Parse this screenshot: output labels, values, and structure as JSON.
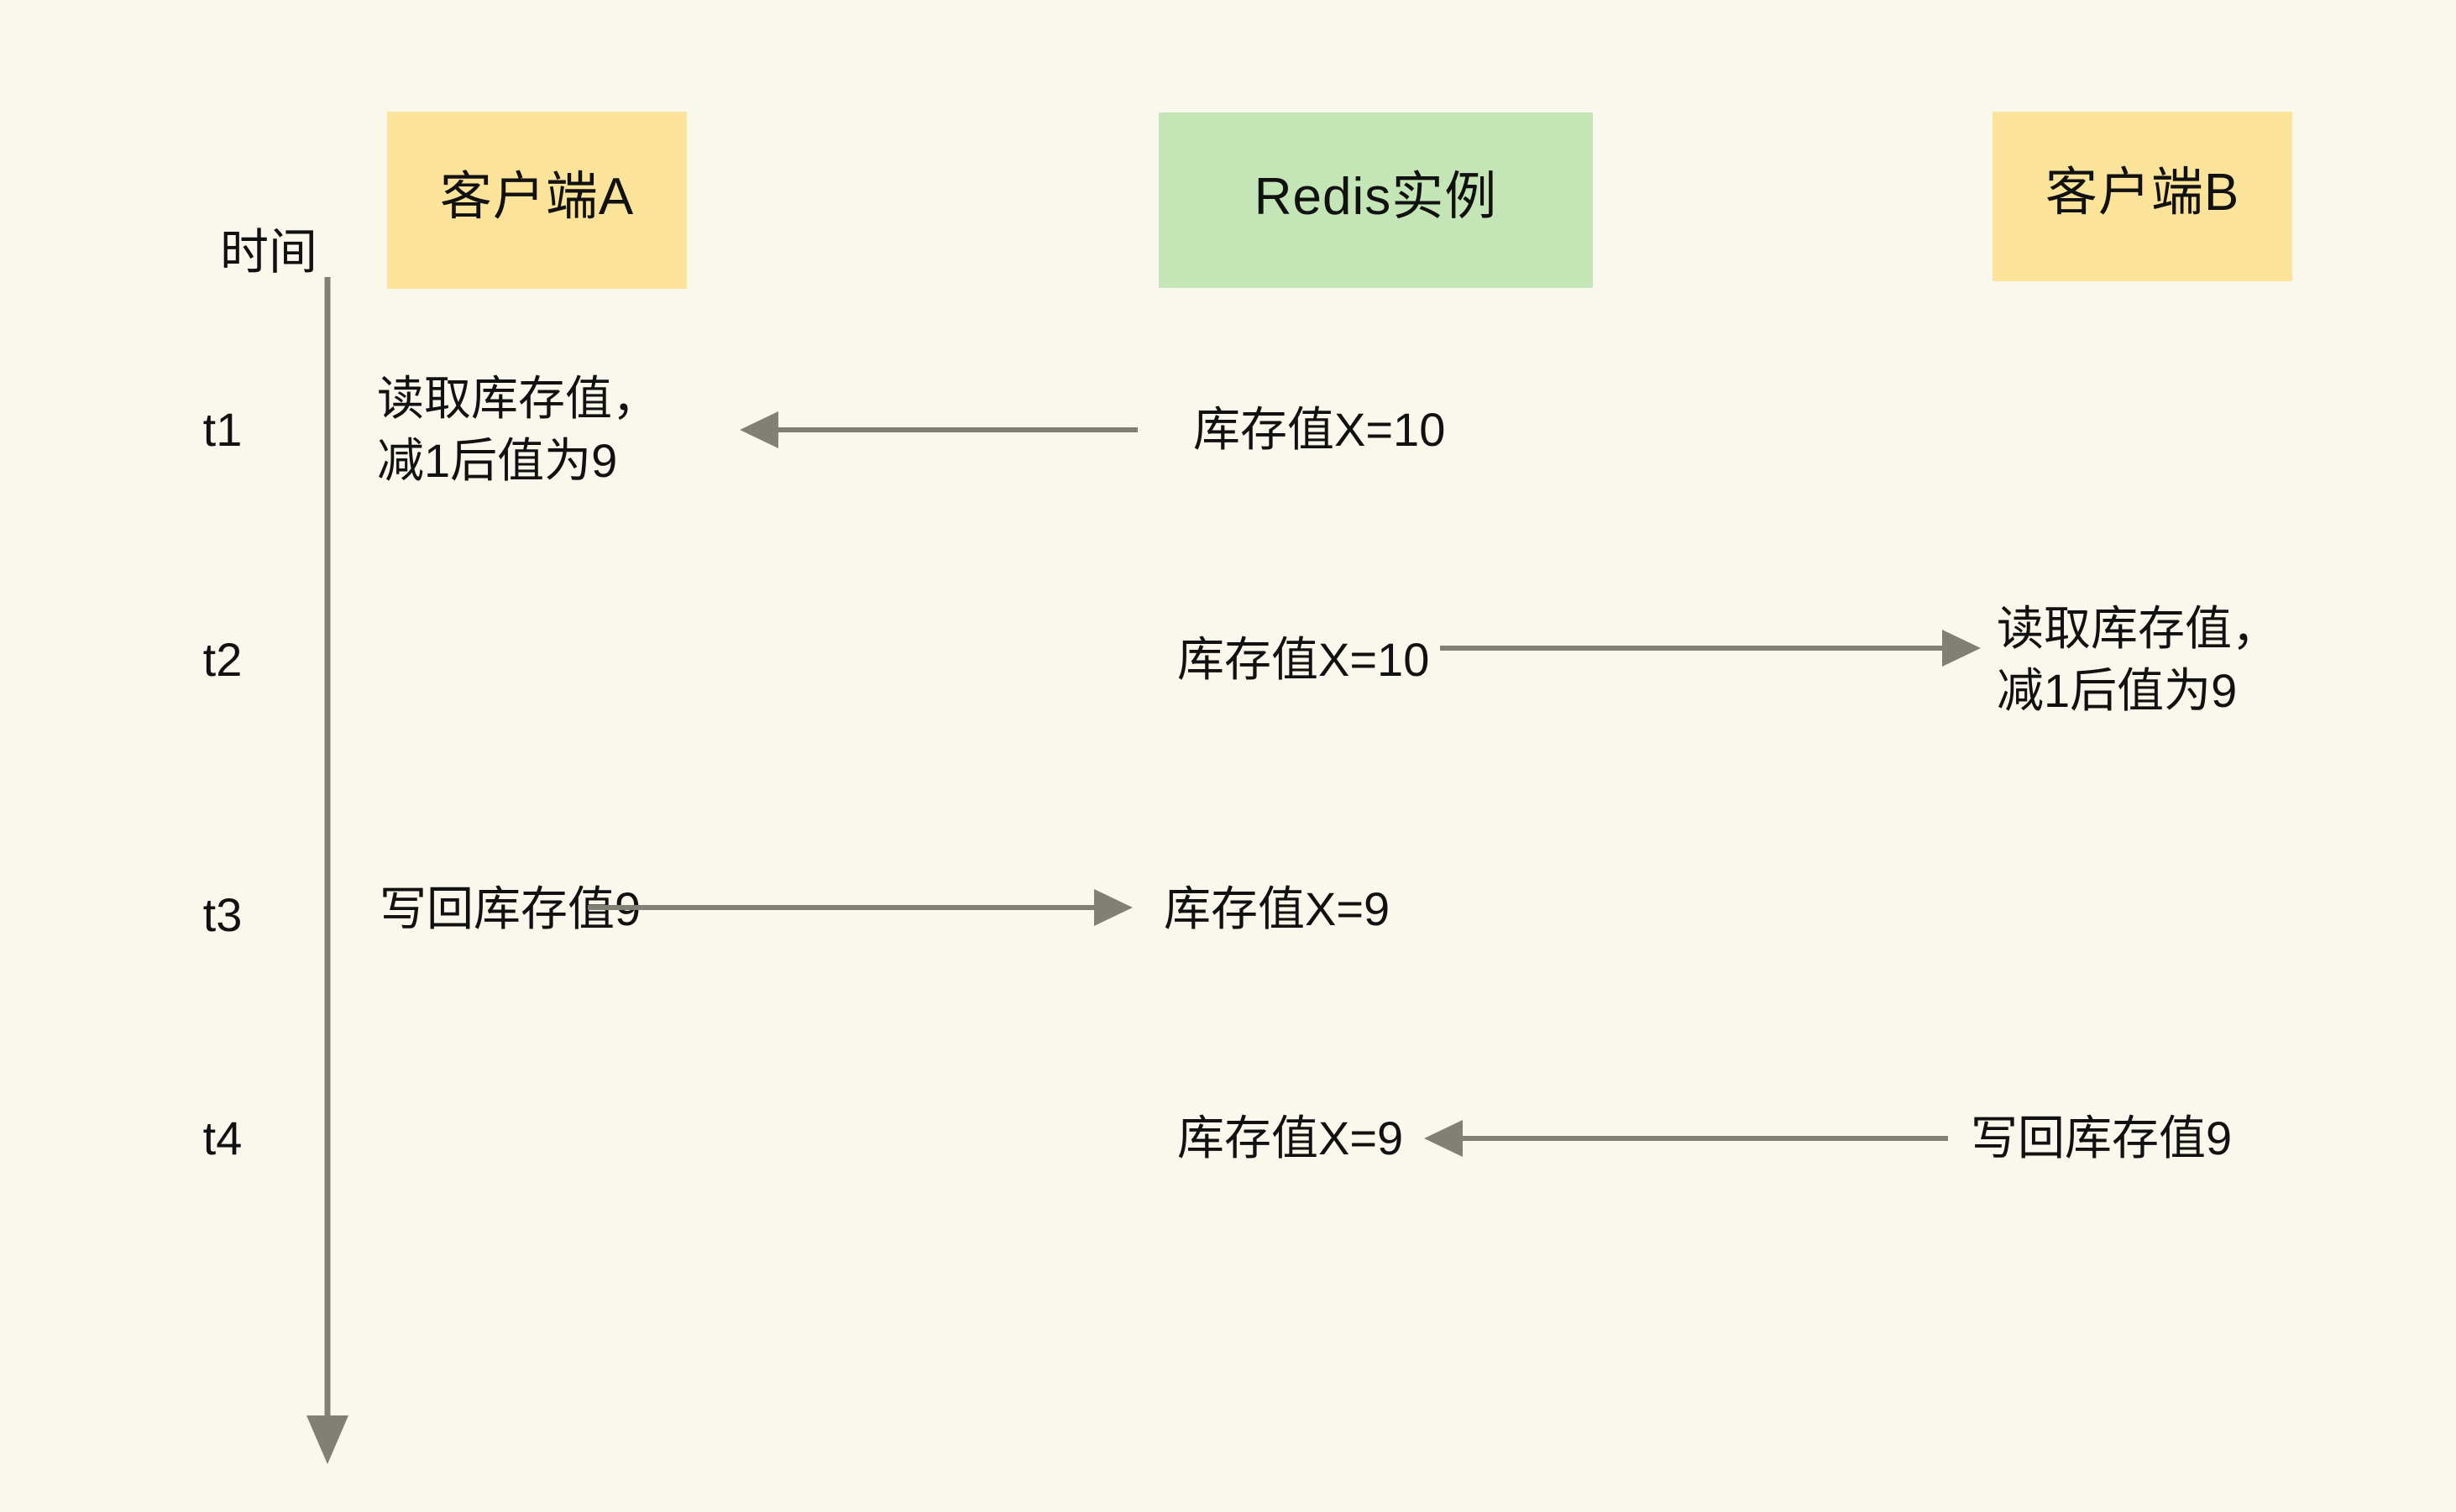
{
  "diagram": {
    "background_color": "#faf8ed",
    "line_color": "#808077",
    "lane_yellow": "#fbe39a",
    "lane_green": "#c4e5b5",
    "lanes": [
      {
        "id": "client-a",
        "label": "客户端A",
        "color": "#fbe39a"
      },
      {
        "id": "redis",
        "label": "Redis实例",
        "color": "#c4e5b5"
      },
      {
        "id": "client-b",
        "label": "客户端B",
        "color": "#fbe39a"
      }
    ],
    "time_axis": {
      "label": "时间",
      "direction": "downward",
      "ticks": [
        "t1",
        "t2",
        "t3",
        "t4"
      ]
    },
    "steps": [
      {
        "tick": "t1",
        "client_a_text": "读取库存值，\n减1后值为9",
        "redis_text": "库存值X=10",
        "client_b_text": "",
        "arrow": {
          "from": "redis",
          "to": "client-a",
          "direction": "left"
        }
      },
      {
        "tick": "t2",
        "client_a_text": "",
        "redis_text": "库存值X=10",
        "client_b_text": "读取库存值，\n减1后值为9",
        "arrow": {
          "from": "redis",
          "to": "client-b",
          "direction": "right"
        }
      },
      {
        "tick": "t3",
        "client_a_text": "写回库存值9",
        "redis_text": "库存值X=9",
        "client_b_text": "",
        "arrow": {
          "from": "client-a",
          "to": "redis",
          "direction": "right"
        }
      },
      {
        "tick": "t4",
        "client_a_text": "",
        "redis_text": "库存值X=9",
        "client_b_text": "写回库存值9",
        "arrow": {
          "from": "client-b",
          "to": "redis",
          "direction": "left"
        }
      }
    ]
  }
}
